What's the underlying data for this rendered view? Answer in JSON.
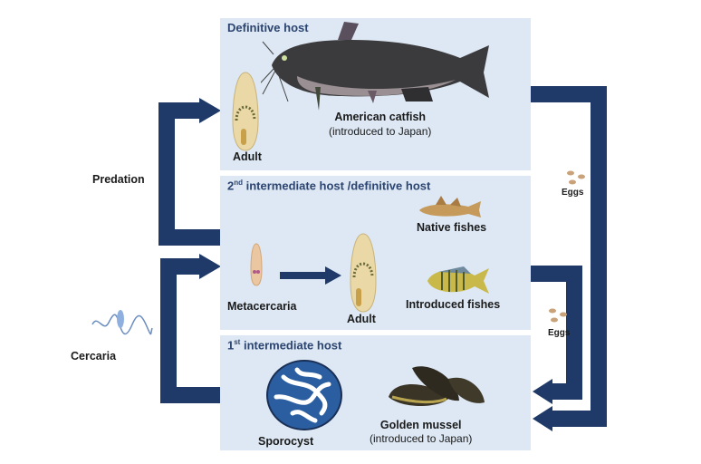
{
  "panels": {
    "definitive": {
      "title": "Definitive host",
      "adult": "Adult",
      "host_line1": "American catfish",
      "host_line2": "(introduced to Japan)"
    },
    "second": {
      "title_num": "2",
      "title_sup": "nd",
      "title_rest": " intermediate host /definitive host",
      "native": "Native fishes",
      "introduced": "Introduced fishes",
      "metacercaria": "Metacercaria",
      "adult": "Adult"
    },
    "first": {
      "title_num": "1",
      "title_sup": "st",
      "title_rest": " intermediate host",
      "sporocyst": "Sporocyst",
      "host_line1": "Golden mussel",
      "host_line2": "(introduced to Japan)"
    }
  },
  "side_labels": {
    "predation": "Predation",
    "cercaria": "Cercaria",
    "eggs_top": "Eggs",
    "eggs_bottom": "Eggs"
  },
  "colors": {
    "arrow": "#1f3a68",
    "panel": "#dde8f4",
    "title": "#2c4470"
  }
}
